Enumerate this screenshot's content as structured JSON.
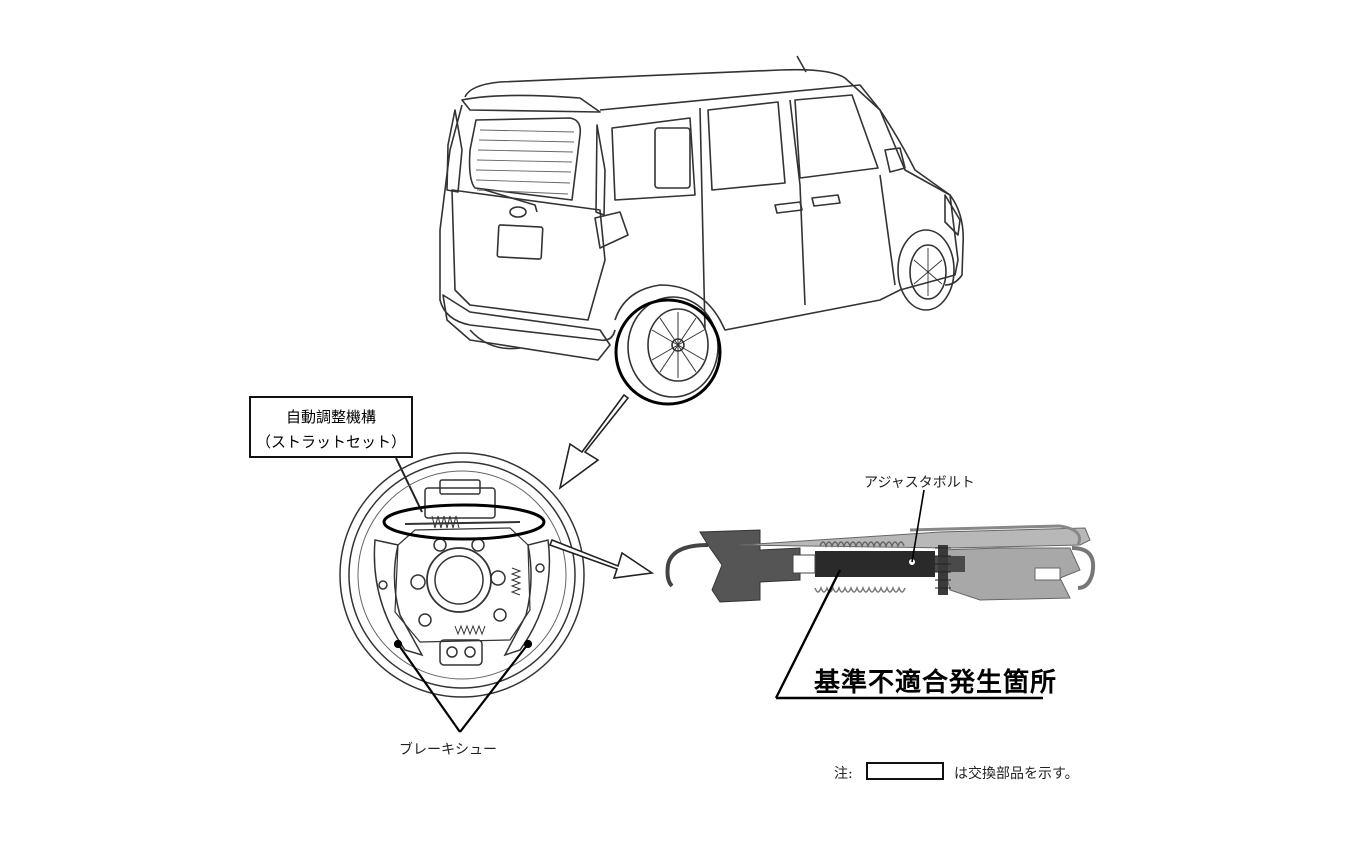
{
  "labels": {
    "mechanism_line1": "自動調整機構",
    "mechanism_line2": "（ストラットセット）",
    "adjust_bolt": "アジャスタボルト",
    "brake_shoe": "ブレーキシュー",
    "nonconformity": "基準不適合発生箇所",
    "note_prefix": "注:",
    "note_suffix": "は交換部品を示す。"
  },
  "icons": {
    "vehicle": "rear-three-quarter-minivan-illustration",
    "drum": "rear-drum-brake-assembly-illustration",
    "strut": "strut-set-adjuster-photo"
  }
}
